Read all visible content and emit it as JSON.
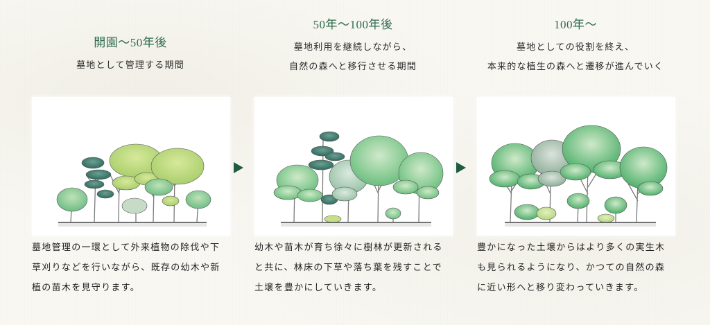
{
  "colors": {
    "period_heading": "#2f6b4c",
    "arrow": "#1f5a42",
    "background": "#f8f7f2",
    "panel": "#ffffff"
  },
  "stages": [
    {
      "period": "開園〜50年後",
      "subtitle_lines": [
        "墓地として管理する期間"
      ],
      "illustration": "young-forest-illustration",
      "body_lines": [
        "墓地管理の一環として外来植物の除伐や下",
        "草刈りなどを行いながら、既存の幼木や新",
        "植の苗木を見守ります。"
      ]
    },
    {
      "period": "50年〜100年後",
      "subtitle_lines": [
        "墓地利用を継続しながら、",
        "自然の森へと移行させる期間"
      ],
      "illustration": "growing-forest-illustration",
      "body_lines": [
        "幼木や苗木が育ち徐々に樹林が更新される",
        "と共に、林床の下草や落ち葉を残すことで",
        "土壌を豊かにしていきます。"
      ]
    },
    {
      "period": "100年〜",
      "subtitle_lines": [
        "墓地としての役割を終え、",
        "本来的な植生の森へと遷移が進んでいく"
      ],
      "illustration": "mature-forest-illustration",
      "body_lines": [
        "豊かになった土壌からはより多くの実生木",
        "も見られるようになり、かつての自然の森",
        "に近い形へと移り変わっていきます。"
      ]
    }
  ],
  "arrows": [
    {
      "icon": "triangle-right-icon"
    },
    {
      "icon": "triangle-right-icon"
    }
  ]
}
